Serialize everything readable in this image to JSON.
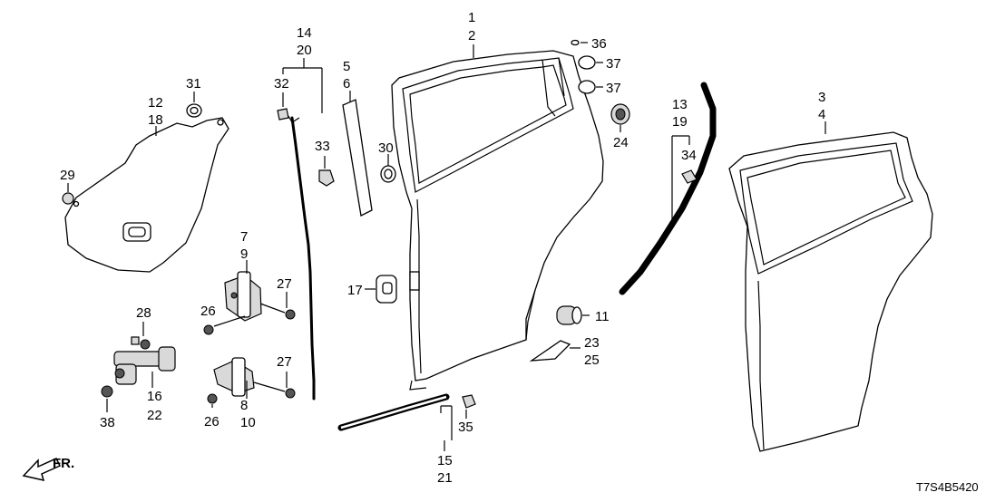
{
  "diagram": {
    "code": "T7S4B5420",
    "direction_label": "FR.",
    "callouts": {
      "n1": "1",
      "n2": "2",
      "n3": "3",
      "n4": "4",
      "n5": "5",
      "n6": "6",
      "n7": "7",
      "n8": "8",
      "n9": "9",
      "n10": "10",
      "n11": "11",
      "n12": "12",
      "n13": "13",
      "n14": "14",
      "n15": "15",
      "n16": "16",
      "n17": "17",
      "n18": "18",
      "n19": "19",
      "n20": "20",
      "n21": "21",
      "n22": "22",
      "n23": "23",
      "n24": "24",
      "n25": "25",
      "n26a": "26",
      "n26b": "26",
      "n27a": "27",
      "n27b": "27",
      "n28": "28",
      "n29": "29",
      "n30": "30",
      "n31": "31",
      "n32": "32",
      "n33": "33",
      "n34": "34",
      "n35": "35",
      "n36": "36",
      "n37a": "37",
      "n37b": "37",
      "n38": "38"
    }
  }
}
